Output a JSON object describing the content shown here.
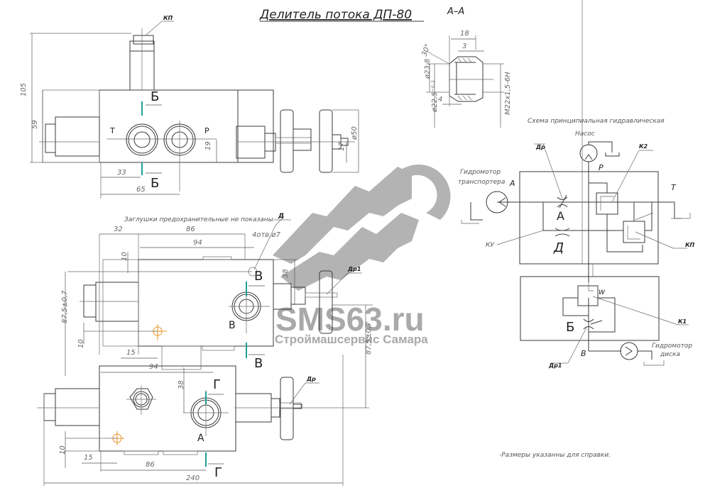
{
  "title": "Делитель потока ДП-80",
  "section": {
    "label": "А–А",
    "dims": {
      "len_total": "18",
      "len_chamfer": "3",
      "len_step": "4",
      "angle": "30°",
      "dia_outer": "ø23,8",
      "dia_inner": "ø22,5⁻⁰·¹",
      "thread": "M22x1,5-6H"
    }
  },
  "top_view": {
    "callout_kp": "КП",
    "port_t": "Т",
    "port_p": "Р",
    "cut_label": "Б",
    "dims": {
      "height_total": "105",
      "height_body": "59",
      "x_33": "33",
      "x_65": "65",
      "y_19": "19",
      "y_17": "17",
      "dia_50": "ø50"
    }
  },
  "middle_view": {
    "note": "Заглушки предохранительные не показаны",
    "callout_d": "Д",
    "holes": "4отв.ø7",
    "callout_dr1": "Др1",
    "port_v": "В",
    "cut_label": "В",
    "dims": {
      "d32": "32",
      "d86": "86",
      "d94": "94",
      "d10": "10",
      "d38": "38",
      "d87": "87,5±0,7",
      "d10b": "10",
      "d15": "15"
    }
  },
  "bottom_view": {
    "callout_dr": "Др",
    "port_a": "А",
    "cut_label": "Г",
    "dims": {
      "d94": "94",
      "d38": "38",
      "d87": "87,5±0,7",
      "d10": "10",
      "d15": "15",
      "d86": "86",
      "d240": "240"
    }
  },
  "schematic": {
    "title": "Схема принципиальная гидравлическая",
    "pump": "Насос",
    "p": "Р",
    "t": "Т",
    "a": "А",
    "motor_transporter": [
      "Гидромотор",
      "транспортера"
    ],
    "motor_disk": [
      "Гидромотор",
      "диска"
    ],
    "dr": "Др",
    "k2": "К2",
    "ku": "КУ",
    "kp": "КП",
    "k1": "К1",
    "dr1": "Др1",
    "big_a": "А",
    "big_d": "Д",
    "big_b": "Б",
    "v": "В",
    "spring": "W"
  },
  "footnote": "-Размеры указанны для справки.",
  "watermark": {
    "main": "SMS63.ru",
    "sub": "Строймашсервис Самара"
  }
}
